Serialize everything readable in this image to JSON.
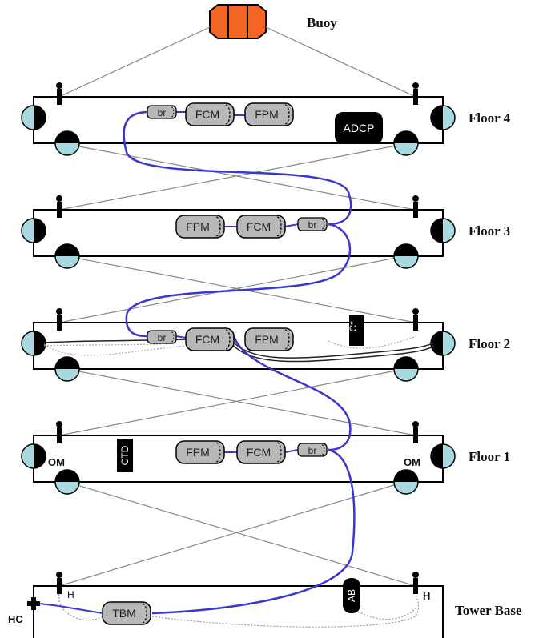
{
  "labels": {
    "buoy": "Buoy",
    "floor4": "Floor 4",
    "floor3": "Floor 3",
    "floor2": "Floor 2",
    "floor1": "Floor 1",
    "tower_base": "Tower Base"
  },
  "modules": {
    "br": "br",
    "fcm": "FCM",
    "fpm": "FPM",
    "adcp": "ADCP",
    "ctd": "CTD",
    "c_star": "C*",
    "tbm": "TBM",
    "ab": "AB",
    "om": "OM",
    "h": "H",
    "hc": "HC"
  },
  "colors": {
    "buoy": "#f26522",
    "om_sphere": "#a8d8e0",
    "module_fill": "#b8b8b8",
    "cable": "#3b36d0",
    "frame": "#000000"
  }
}
